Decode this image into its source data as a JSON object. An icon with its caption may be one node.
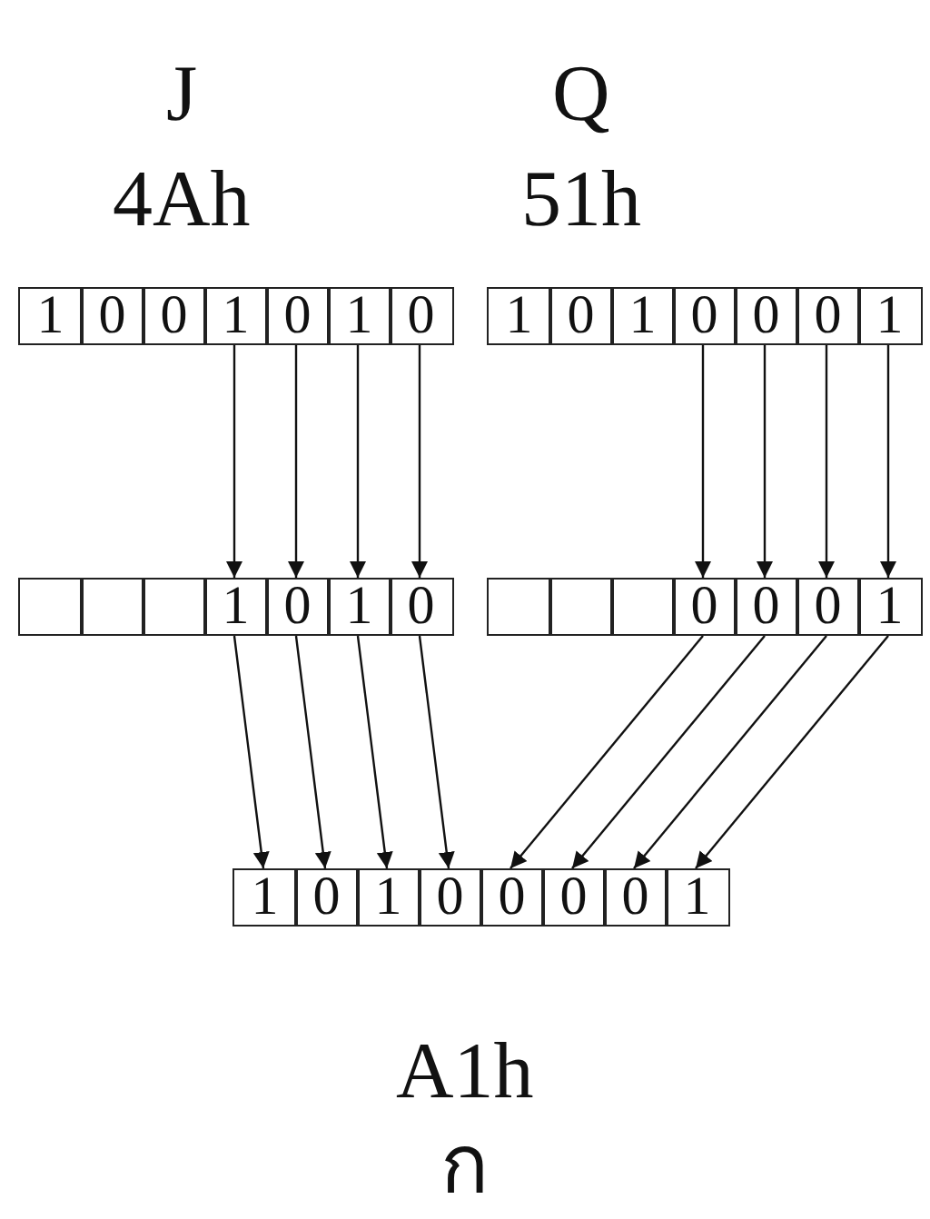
{
  "diagram": {
    "nodes": [
      {
        "text": [
          "1"
        ]
      },
      {
        "text": [
          "0"
        ]
      },
      {
        "text": [
          "0"
        ]
      },
      {
        "text": [
          "1"
        ]
      },
      {
        "text": [
          "0"
        ]
      },
      {
        "text": [
          "1"
        ]
      },
      {
        "text": [
          "0"
        ]
      },
      {
        "text": [
          "1"
        ]
      },
      {
        "text": [
          "0"
        ]
      },
      {
        "text": [
          "1"
        ]
      },
      {
        "text": [
          "0"
        ]
      },
      {
        "text": [
          "0"
        ]
      },
      {
        "text": [
          "0"
        ]
      },
      {
        "text": [
          "1"
        ]
      },
      {
        "text": [],
        "shape": "box"
      },
      {
        "text": [],
        "shape": "box"
      },
      {
        "text": [],
        "shape": "box"
      },
      {
        "text": [
          "1"
        ]
      },
      {
        "text": [
          "0"
        ]
      },
      {
        "text": [
          "1"
        ]
      },
      {
        "text": [
          "0"
        ]
      },
      {
        "text": [],
        "shape": "box"
      },
      {
        "text": [],
        "shape": "box"
      },
      {
        "text": [],
        "shape": "box"
      },
      {
        "text": [
          "0"
        ]
      },
      {
        "text": [
          "0"
        ]
      },
      {
        "text": [
          "0"
        ]
      },
      {
        "text": [
          "1"
        ]
      },
      {
        "text": [
          "1"
        ]
      },
      {
        "text": [
          "0"
        ]
      },
      {
        "text": [
          "1"
        ]
      },
      {
        "text": [
          "0"
        ]
      },
      {
        "text": [
          "0"
        ]
      },
      {
        "text": [
          "0"
        ]
      },
      {
        "text": [
          "0"
        ]
      },
      {
        "text": [
          "1"
        ]
      }
    ],
    "edges": [
      {
        "from": 3,
        "to": 17,
        "arrow": "to"
      },
      {
        "from": 4,
        "to": 18,
        "arrow": "to"
      },
      {
        "from": 5,
        "to": 19,
        "arrow": "to"
      },
      {
        "from": 6,
        "to": 20,
        "arrow": "to"
      },
      {
        "from": 10,
        "to": 24,
        "arrow": "to"
      },
      {
        "from": 11,
        "to": 25,
        "arrow": "to"
      },
      {
        "from": 12,
        "to": 26,
        "arrow": "to"
      },
      {
        "from": 13,
        "to": 27,
        "arrow": "to"
      },
      {
        "from": 17,
        "to": 28,
        "arrow": "to"
      },
      {
        "from": 18,
        "to": 29,
        "arrow": "to"
      },
      {
        "from": 19,
        "to": 30,
        "arrow": "to"
      },
      {
        "from": 20,
        "to": 31,
        "arrow": "to"
      },
      {
        "from": 24,
        "to": 32,
        "arrow": "to"
      },
      {
        "from": 25,
        "to": 33,
        "arrow": "to"
      },
      {
        "from": 26,
        "to": 34,
        "arrow": "to"
      },
      {
        "from": 27,
        "to": 35,
        "arrow": "to"
      }
    ],
    "labels": [
      "J",
      "Q",
      "4Ah",
      "51h",
      "A1h",
      "ก"
    ]
  }
}
